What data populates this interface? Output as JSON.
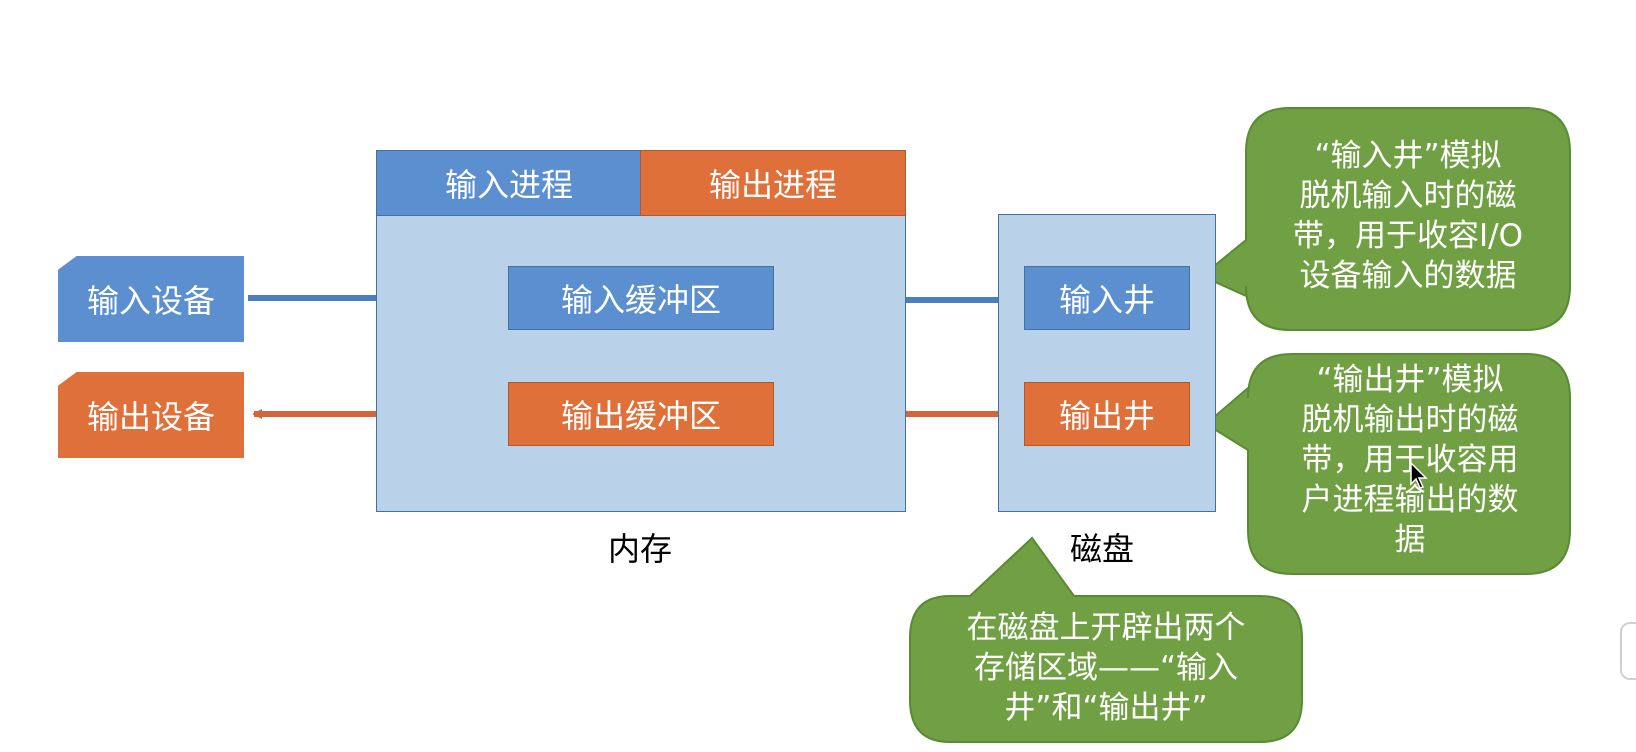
{
  "memory": {
    "label": "内存",
    "input_process": "输入进程",
    "output_process": "输出进程",
    "input_buffer": "输入缓冲区",
    "output_buffer": "输出缓冲区"
  },
  "disk": {
    "label": "磁盘",
    "input_well": "输入井",
    "output_well": "输出井"
  },
  "devices": {
    "input_device": "输入设备",
    "output_device": "输出设备"
  },
  "callouts": {
    "input_well_note": [
      "“输入井”模拟",
      "脱机输入时的磁",
      "带，用于收容I/O",
      "设备输入的数据"
    ],
    "output_well_note": [
      "“输出井”模拟",
      "脱机输出时的磁",
      "带，用于收容用",
      "户进程输出的数",
      "据"
    ],
    "disk_note": [
      "在磁盘上开辟出两个",
      "存储区域——“输入",
      "井”和“输出井”"
    ]
  },
  "colors": {
    "input": "#5b8fd0",
    "output": "#e0703a",
    "memory_bg": "#bad1ea",
    "callout": "#70a043"
  }
}
